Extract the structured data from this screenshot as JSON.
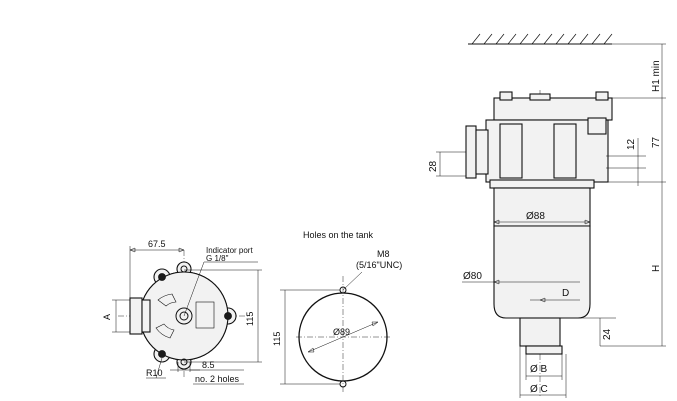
{
  "labels": {
    "dim_67_5": "67.5",
    "indicator_port_title": "Indicator port",
    "indicator_port_thread": "G 1/8\"",
    "dim_A": "A",
    "dim_115_left": "115",
    "dim_8_5": "8.5",
    "dim_holes": "no. 2 holes",
    "dim_R10": "R10",
    "holes_title": "Holes on the tank",
    "thread_M8": "M8",
    "thread_unc": "(5/16\"UNC)",
    "dim_115_mid": "115",
    "dim_dia89": "Ø89",
    "dim_H1min": "H1 min",
    "dim_77": "77",
    "dim_12": "12",
    "dim_28": "28",
    "dim_dia88": "Ø88",
    "dim_dia80": "Ø80",
    "dim_D": "D",
    "dim_H": "H",
    "dim_24": "24",
    "dim_diaB": "Ø B",
    "dim_diaC": "Ø C"
  },
  "colors": {
    "line": "#111111",
    "part_fill": "#f2f2f2",
    "dark_fill": "#1a1a1a"
  }
}
